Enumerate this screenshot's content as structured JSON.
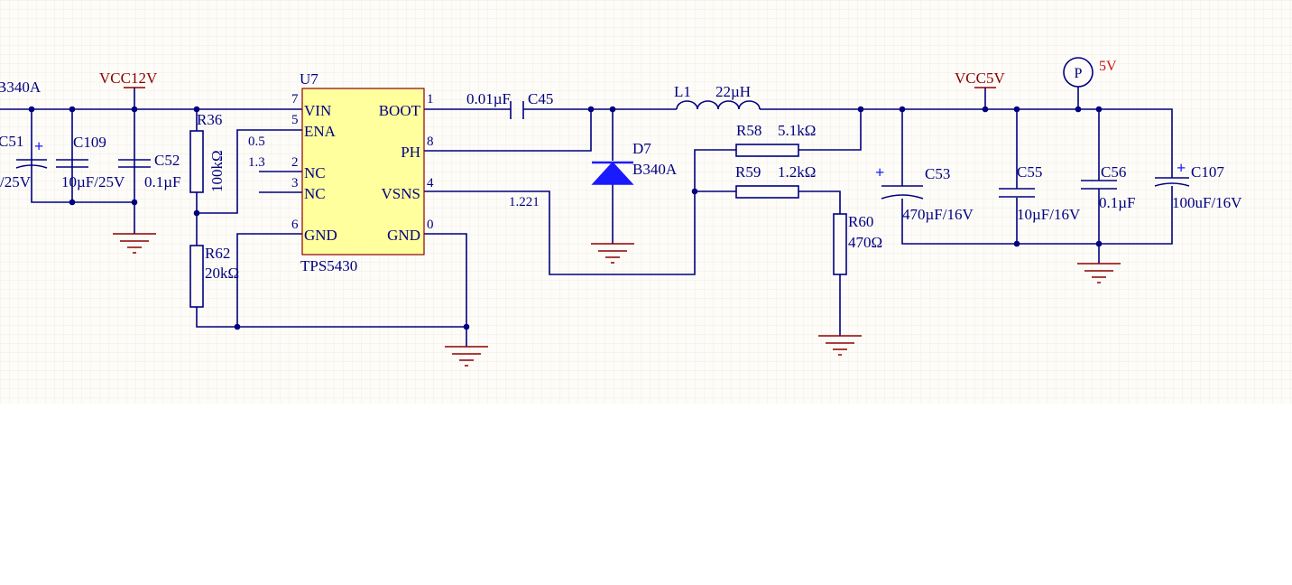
{
  "colors": {
    "wire": "#000080",
    "part": "#1a1aff",
    "power": "#8b0000",
    "ic_fill": "#ffff9e",
    "ic_border": "#8b0000",
    "grid": "#ece8dd",
    "sheet": "#fdfcf8",
    "text": "#000080"
  },
  "labels": {
    "d_left_value": "B340A",
    "cap_left_name": "C51",
    "cap_left_value": "/25V",
    "vcc12": "VCC12V",
    "c109_name": "C109",
    "c109_value": "10µF/25V",
    "c52_name": "C52",
    "c52_value": "0.1µF",
    "r36_name": "R36",
    "r36_value": "100kΩ",
    "r62_name": "R62",
    "r62_value": "20kΩ",
    "u7_name": "U7",
    "u7_part": "TPS5430",
    "pin_vin": "VIN",
    "pin_ena": "ENA",
    "pin_nc1": "NC",
    "pin_nc2": "NC",
    "pin_gnd_l": "GND",
    "pin_boot": "BOOT",
    "pin_ph": "PH",
    "pin_vsns": "VSNS",
    "pin_gnd_r": "GND",
    "pinno_7": "7",
    "pinno_5": "5",
    "pinno_2": "2",
    "pinno_3": "3",
    "pinno_6": "6",
    "pinno_1": "1",
    "pinno_8": "8",
    "pinno_4": "4",
    "pinno_0": "0",
    "v_ena_a": "0.5",
    "v_ena_b": "1.3",
    "v_fb": "1.221",
    "c45_value": "0.01µF",
    "c45_name": "C45",
    "l1_name": "L1",
    "l1_value": "22µH",
    "d7_name": "D7",
    "d7_value": "B340A",
    "r58_name": "R58",
    "r58_value": "5.1kΩ",
    "r59_name": "R59",
    "r59_value": "1.2kΩ",
    "r60_name": "R60",
    "r60_value": "470Ω",
    "vcc5": "VCC5V",
    "probe_letter": "P",
    "probe_value": "5V",
    "c53_name": "C53",
    "c53_value": "470µF/16V",
    "c55_name": "C55",
    "c55_value": "10µF/16V",
    "c56_name": "C56",
    "c56_value": "0.1µF",
    "c107_name": "C107",
    "c107_value": "100uF/16V",
    "plus": "+"
  }
}
